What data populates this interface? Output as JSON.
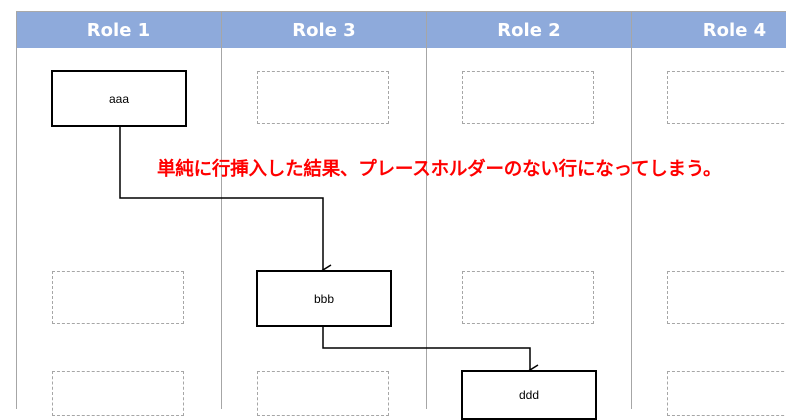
{
  "lanes": [
    {
      "label": "Role 1"
    },
    {
      "label": "Role 3"
    },
    {
      "label": "Role 2"
    },
    {
      "label": "Role 4"
    }
  ],
  "nodes": {
    "aaa": "aaa",
    "bbb": "bbb",
    "ddd": "ddd"
  },
  "annotation": "単純に行挿入した結果、プレースホルダーのない行になってしまう。",
  "colors": {
    "header_bg": "#8eaadb",
    "header_text": "#ffffff",
    "annotation": "#ff0000",
    "lane_divider": "#a6a6a6"
  }
}
